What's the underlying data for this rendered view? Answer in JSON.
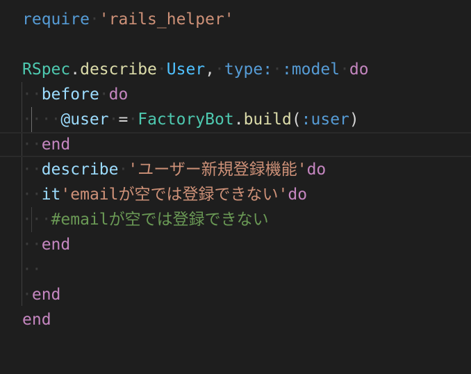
{
  "editor": {
    "current_line": 5,
    "colors": {
      "background": "#1e1e1e",
      "keyword": "#569cd6",
      "string": "#ce9178",
      "class": "#4ec9b0",
      "method": "#dcdcaa",
      "constant": "#4fc1ff",
      "control": "#c586c0",
      "variable": "#9cdcfe",
      "comment": "#6a9955"
    },
    "lines": [
      [
        {
          "t": "keyword",
          "v": "require"
        },
        {
          "t": "ws",
          "v": "·"
        },
        {
          "t": "string",
          "v": "'rails_helper'"
        }
      ],
      [],
      [
        {
          "t": "class",
          "v": "RSpec"
        },
        {
          "t": "plain",
          "v": "."
        },
        {
          "t": "method",
          "v": "describe"
        },
        {
          "t": "ws",
          "v": "·"
        },
        {
          "t": "const",
          "v": "User"
        },
        {
          "t": "plain",
          "v": ","
        },
        {
          "t": "ws",
          "v": "·"
        },
        {
          "t": "symbol",
          "v": "type:"
        },
        {
          "t": "ws",
          "v": "·"
        },
        {
          "t": "symbol",
          "v": ":model"
        },
        {
          "t": "ws",
          "v": "·"
        },
        {
          "t": "control",
          "v": "do"
        }
      ],
      [
        {
          "t": "ws",
          "v": "··"
        },
        {
          "t": "var",
          "v": "before"
        },
        {
          "t": "ws",
          "v": "·"
        },
        {
          "t": "control",
          "v": "do"
        }
      ],
      [
        {
          "t": "ws",
          "v": "····"
        },
        {
          "t": "var",
          "v": "@user"
        },
        {
          "t": "ws",
          "v": "·"
        },
        {
          "t": "plain",
          "v": "="
        },
        {
          "t": "ws",
          "v": "·"
        },
        {
          "t": "class",
          "v": "FactoryBot"
        },
        {
          "t": "plain",
          "v": "."
        },
        {
          "t": "method",
          "v": "build"
        },
        {
          "t": "plain",
          "v": "("
        },
        {
          "t": "symbol",
          "v": ":user"
        },
        {
          "t": "plain",
          "v": ")"
        }
      ],
      [
        {
          "t": "ws",
          "v": "··"
        },
        {
          "t": "control",
          "v": "end"
        }
      ],
      [
        {
          "t": "ws",
          "v": "··"
        },
        {
          "t": "var",
          "v": "describe"
        },
        {
          "t": "ws",
          "v": "·"
        },
        {
          "t": "string",
          "v": "'ユーザー新規登録機能'"
        },
        {
          "t": "control",
          "v": "do"
        }
      ],
      [
        {
          "t": "ws",
          "v": "··"
        },
        {
          "t": "var",
          "v": "it"
        },
        {
          "t": "string",
          "v": "'emailが空では登録できない'"
        },
        {
          "t": "control",
          "v": "do"
        }
      ],
      [
        {
          "t": "ws",
          "v": "···"
        },
        {
          "t": "comment",
          "v": "#emailが空では登録できない"
        }
      ],
      [
        {
          "t": "ws",
          "v": "··"
        },
        {
          "t": "control",
          "v": "end"
        }
      ],
      [
        {
          "t": "ws",
          "v": "··"
        }
      ],
      [
        {
          "t": "ws",
          "v": "·"
        },
        {
          "t": "control",
          "v": "end"
        }
      ],
      [
        {
          "t": "control",
          "v": "end"
        }
      ]
    ]
  }
}
